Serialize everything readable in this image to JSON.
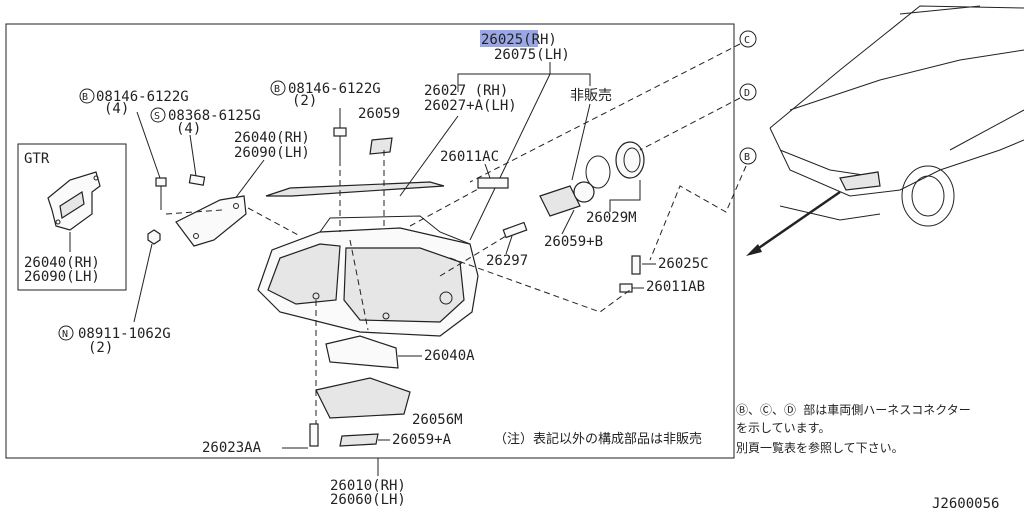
{
  "highlight_color": "#9aa6e6",
  "diagram_id": "J2600056",
  "parts": {
    "p26025_rh": "26025(RH)",
    "p26075_lh": "26075(LH)",
    "p26027_rh": "26027  (RH)",
    "p26027a_lh": "26027+A(LH)",
    "not_for_sale": "非販売",
    "p08146_top_left": "08146-6122G",
    "p08146_top_left_qty": "(4)",
    "p08368": "08368-6125G",
    "p08368_qty": "(4)",
    "p08146_top_mid": "08146-6122G",
    "p08146_top_mid_qty": "(2)",
    "p26059": "26059",
    "p26040_rh": "26040(RH)",
    "p26090_lh": "26090(LH)",
    "p26011ac": "26011AC",
    "p26029m": "26029M",
    "p26059b": "26059+B",
    "p26297": "26297",
    "p26025c": "26025C",
    "p26011ab": "26011AB",
    "p26040a": "26040A",
    "p26056m": "26056M",
    "p26059a": "26059+A",
    "p26023aa": "26023AA",
    "p26010_rh": "26010(RH)",
    "p26060_lh": "26060(LH)",
    "p08911": "08911-1062G",
    "p08911_qty": "(2)",
    "gtr_title": "GTR",
    "gtr_rh": "26040(RH)",
    "gtr_lh": "26090(LH)"
  },
  "markers": {
    "b": "B",
    "s": "S",
    "n": "N",
    "c": "C",
    "d": "D"
  },
  "notes": {
    "footnote": "（注）表記以外の構成部品は非販売",
    "connector_line1": "Ⓑ、Ⓒ、Ⓓ 部は車両側ハーネスコネクター",
    "connector_line2": "を示しています。",
    "connector_line3": "別頁一覧表を参照して下さい。"
  }
}
